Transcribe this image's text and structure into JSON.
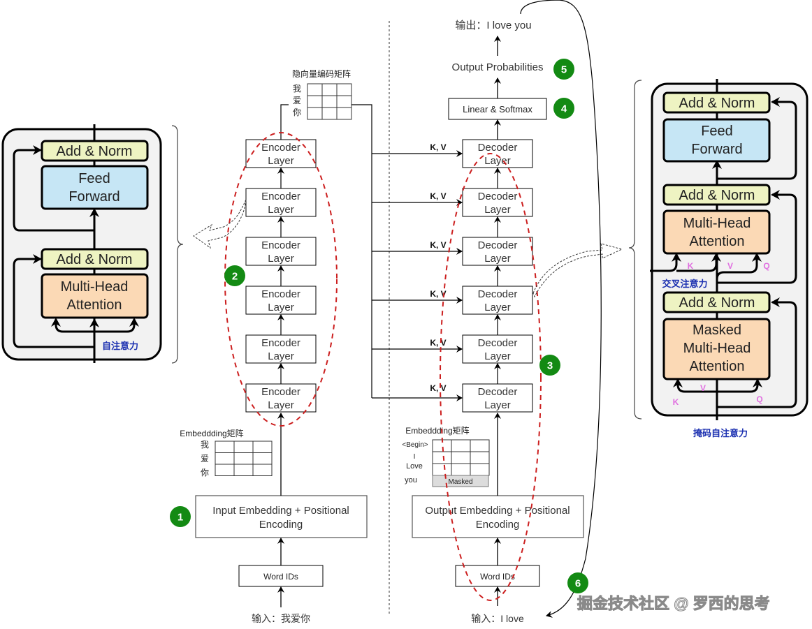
{
  "colors": {
    "badge": "#138a13",
    "ellipse": "#cc1f1f",
    "add_norm_fill": "#eef3c2",
    "feed_forward_fill": "#c6e6f5",
    "attention_fill": "#fbd9b5",
    "panel_fill": "#f2f2f2",
    "label_blue": "#1a2fb0",
    "label_pink": "#e070e0"
  },
  "encoder": {
    "layer_label_1": "Encoder",
    "layer_label_2": "Layer",
    "layer_count": 6,
    "input_text": "输入：我爱你",
    "word_ids_label": "Word IDs",
    "embedding_line1": "Input Embedding + Positional",
    "embedding_line2": "Encoding",
    "embedding_matrix_title": "Embeddding矩阵",
    "embedding_rows": [
      "我",
      "爱",
      "你"
    ],
    "hidden_matrix_title": "隐向量编码矩阵",
    "hidden_rows": [
      "我",
      "爱",
      "你"
    ]
  },
  "decoder": {
    "layer_label_1": "Decoder",
    "layer_label_2": "Layer",
    "layer_count": 6,
    "kv_label": "K, V",
    "input_text": "输入：I love",
    "word_ids_label": "Word IDs",
    "embedding_line1": "Output Embedding + Positional",
    "embedding_line2": "Encoding",
    "embedding_matrix_title": "Embeddding矩阵",
    "embedding_rows": [
      "<Begin>",
      "I",
      "Love",
      "you"
    ],
    "masked_label": "Masked",
    "linear_softmax": "Linear & Softmax",
    "output_probabilities": "Output Probabilities",
    "output_text": "输出：I love you"
  },
  "steps": [
    "1",
    "2",
    "3",
    "4",
    "5",
    "6"
  ],
  "encoder_detail": {
    "add_norm": "Add & Norm",
    "feed_forward_1": "Feed",
    "feed_forward_2": "Forward",
    "attention_1": "Multi-Head",
    "attention_2": "Attention",
    "self_attention_label": "自注意力"
  },
  "decoder_detail": {
    "add_norm": "Add & Norm",
    "feed_forward_1": "Feed",
    "feed_forward_2": "Forward",
    "cross_attention_1": "Multi-Head",
    "cross_attention_2": "Attention",
    "masked_attention_1": "Masked",
    "masked_attention_2": "Multi-Head",
    "masked_attention_3": "Attention",
    "k": "K",
    "v": "V",
    "q": "Q",
    "cross_attention_label": "交叉注意力",
    "masked_self_attention_label": "掩码自注意力"
  },
  "watermark": "掘金技术社区 @ 罗西的思考"
}
